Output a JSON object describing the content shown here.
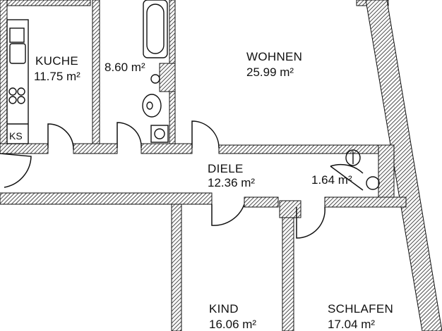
{
  "plan": {
    "rooms": [
      {
        "id": "kueche",
        "name": "KUCHE",
        "area": "11.75 m²"
      },
      {
        "id": "bad",
        "name": "",
        "area": "8.60 m²"
      },
      {
        "id": "wohnen",
        "name": "WOHNEN",
        "area": "25.99 m²"
      },
      {
        "id": "diele",
        "name": "DIELE",
        "area": "12.36 m²"
      },
      {
        "id": "wc",
        "name": "",
        "area": "1.64 m²"
      },
      {
        "id": "kind",
        "name": "KIND",
        "area": "16.06 m²"
      },
      {
        "id": "schlafen",
        "name": "SCHLAFEN",
        "area": "17.04 m²"
      }
    ],
    "fixtures": {
      "ks_label": "KS"
    }
  }
}
